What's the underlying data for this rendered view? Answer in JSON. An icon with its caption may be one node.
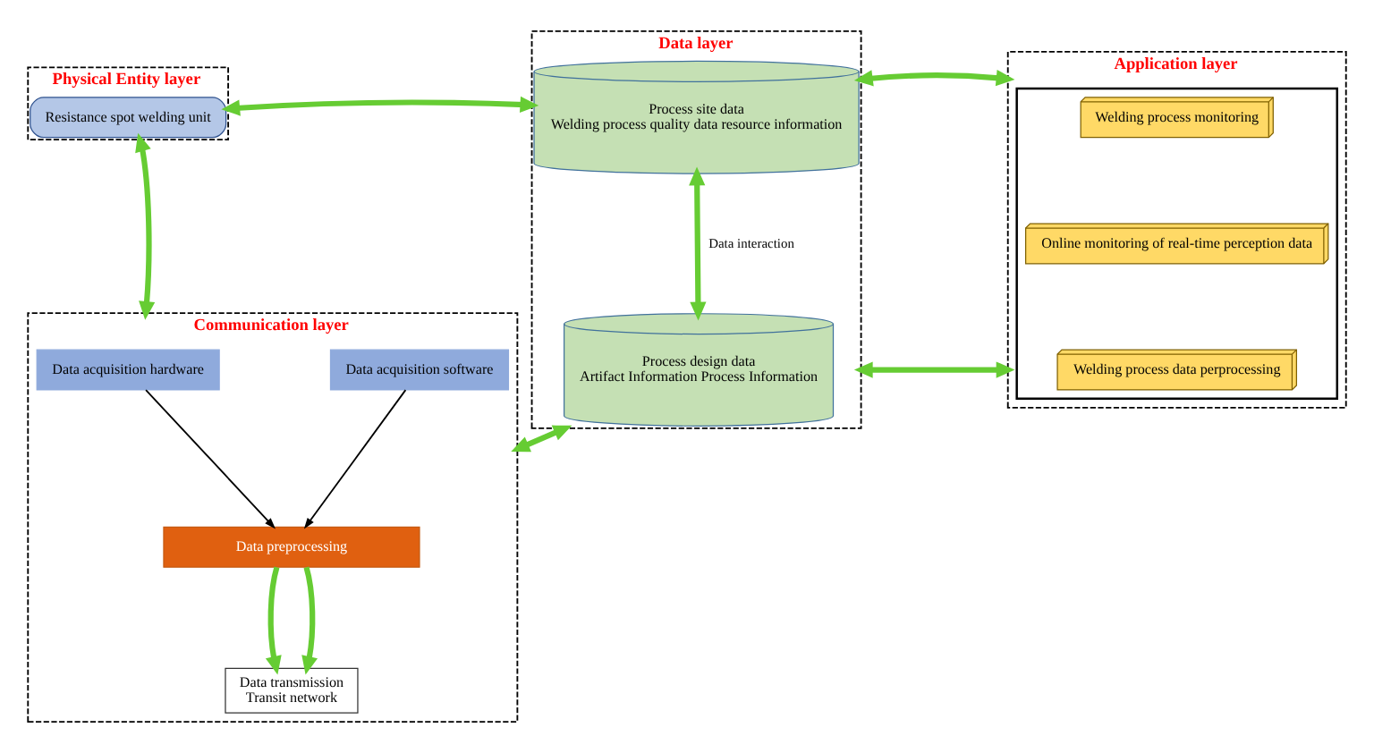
{
  "diagram": {
    "nodes": [
      {
        "text": [
          "Physical Entity layer"
        ]
      },
      {
        "text": [
          "Resistance spot welding unit"
        ],
        "in": 0
      },
      {
        "text": [
          "Communication layer"
        ]
      },
      {
        "text": [
          "Data acquisition hardware"
        ],
        "in": 2
      },
      {
        "text": [
          "Data acquisition software"
        ],
        "in": 2
      },
      {
        "text": [
          "Data preprocessing"
        ],
        "in": 2
      },
      {
        "text": [
          "Data transmission",
          "Transit network"
        ],
        "in": 2
      },
      {
        "text": [
          "Data layer"
        ]
      },
      {
        "text": [
          "Process site data",
          "Welding process quality data resource information"
        ],
        "in": 7
      },
      {
        "text": [
          "Process design data",
          "Artifact Information Process Information"
        ],
        "in": 7
      },
      {
        "text": [
          "Application layer"
        ]
      },
      {
        "text": [],
        "shape": "box",
        "in": 10
      },
      {
        "text": [
          "Welding process monitoring"
        ],
        "in": 11
      },
      {
        "text": [
          "Online monitoring of real-time perception data"
        ],
        "in": 11
      },
      {
        "text": [
          "Welding process data perprocessing"
        ],
        "in": 11
      }
    ],
    "edges": [
      {
        "from": 0,
        "to": 2,
        "arrow": "both"
      },
      {
        "from": 0,
        "to": 7,
        "arrow": "both"
      },
      {
        "from": 2,
        "to": 7,
        "arrow": "both"
      },
      {
        "from": 7,
        "to": 10,
        "arrow": "both"
      },
      {
        "from": 7,
        "to": 10,
        "arrow": "both"
      },
      {
        "from": 3,
        "to": 5,
        "arrow": "to",
        "color": "#000000"
      },
      {
        "from": 4,
        "to": 5,
        "arrow": "to",
        "color": "#000000"
      },
      {
        "from": 5,
        "to": 6,
        "arrow": "to"
      },
      {
        "from": 5,
        "to": 6,
        "arrow": "to"
      },
      {
        "from": 8,
        "to": 9,
        "label": "Data interaction",
        "arrow": "both"
      }
    ]
  }
}
